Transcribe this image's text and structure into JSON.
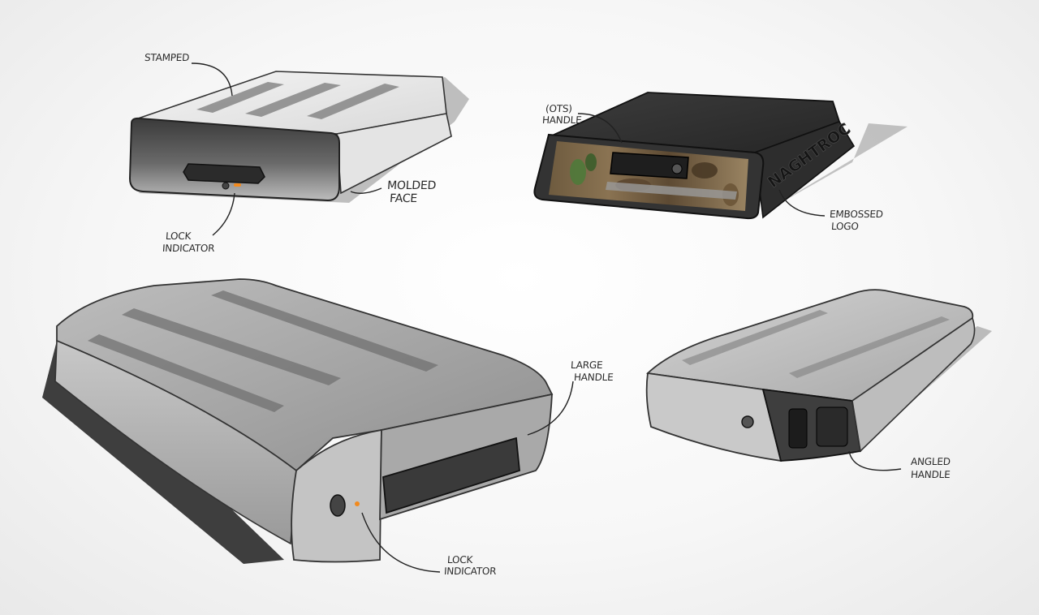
{
  "sketch_1": {
    "label_stamped": "STAMPED",
    "label_molded": "MOLDED",
    "label_face": "FACE",
    "label_lock": "LOCK",
    "label_indicator": "INDICATOR"
  },
  "sketch_2": {
    "label_ots": "(OTS)",
    "label_handle": "HANDLE",
    "label_embossed": "EMBOSSED",
    "label_logo": "LOGO",
    "side_logo": "NAGHTROC"
  },
  "sketch_3": {
    "label_large": "LARGE",
    "label_handle": "HANDLE",
    "label_lock": "LOCK",
    "label_indicator": "INDICATOR"
  },
  "sketch_4": {
    "label_angled": "ANGLED",
    "label_handle": "HANDLE"
  },
  "colors": {
    "lock_indicator": "#f28a1e",
    "camo_green": "#4f7a3a",
    "camo_brown": "#7a5a3a"
  }
}
